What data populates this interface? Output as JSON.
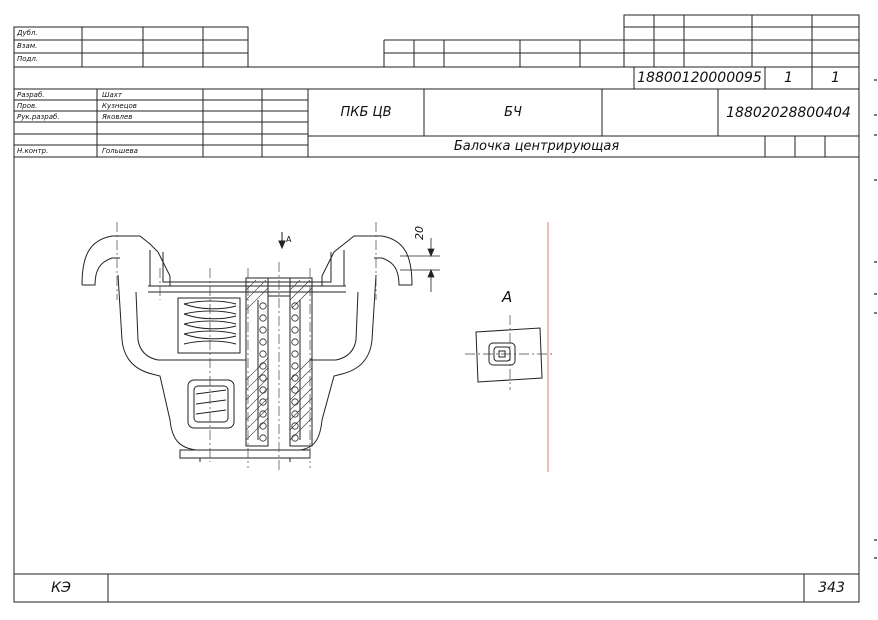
{
  "side_stamp": {
    "rows": [
      "Дубл.",
      "Взам.",
      "Подл."
    ]
  },
  "title_block": {
    "doc_number_top": "18800120000095",
    "sheet": "1",
    "sheets": "1",
    "roles": [
      {
        "role": "Разраб.",
        "name": "Шахт"
      },
      {
        "role": "Пров.",
        "name": "Кузнецов"
      },
      {
        "role": "Рук.разраб.",
        "name": "Яковлев"
      },
      {
        "role": "",
        "name": ""
      },
      {
        "role": "Н.контр.",
        "name": "Гольшева"
      }
    ],
    "organization": "ПКБ ЦВ",
    "code": "БЧ",
    "designation": "18802028800404",
    "part_name": "Балочка центрирующая"
  },
  "drawing": {
    "section_marker": "А",
    "dimension": "20",
    "view_label": "А"
  },
  "footer": {
    "left_code": "КЭ",
    "page_number": "343"
  }
}
